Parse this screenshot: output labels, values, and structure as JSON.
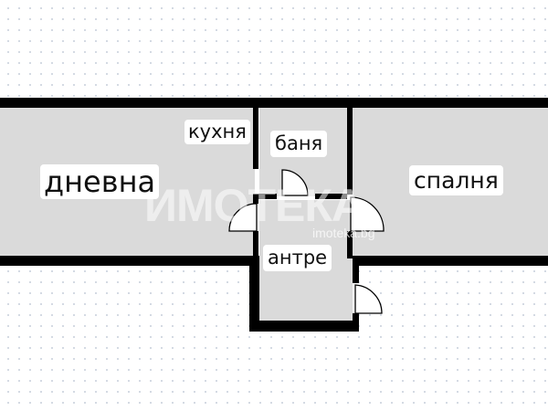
{
  "rooms": {
    "living": "дневна",
    "kitchen": "кухня",
    "bathroom": "баня",
    "bedroom": "спалня",
    "hallway": "антре"
  },
  "watermark": {
    "brand": "ИМОТЕКА",
    "site": "imoteka.bg"
  },
  "colors": {
    "wall": "#000000",
    "floor": "#dadada",
    "background": "#ffffff",
    "grid_dots": "#c9d1dc"
  }
}
